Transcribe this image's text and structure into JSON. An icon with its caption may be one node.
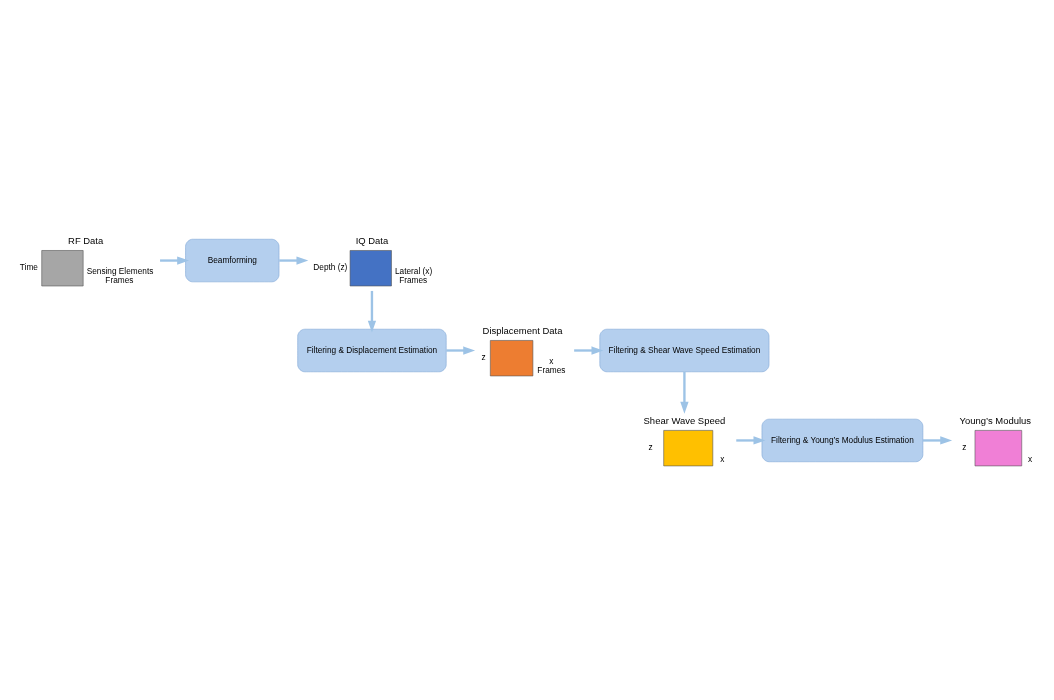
{
  "diagram": {
    "nodes": [
      {
        "text": [
          "RF Data"
        ],
        "beside": [
          "Time",
          "Sensing Elements",
          "Frames"
        ]
      },
      {
        "text": [
          "Beamforming"
        ]
      },
      {
        "text": [
          "IQ Data"
        ],
        "beside": [
          "Depth (z)",
          "Lateral (x)",
          "Frames"
        ]
      },
      {
        "text": [
          "Filtering & Displacement Estimation"
        ]
      },
      {
        "text": [
          "Displacement Data"
        ],
        "beside": [
          "z",
          "x",
          "Frames"
        ]
      },
      {
        "text": [
          "Filtering & Shear Wave Speed Estimation"
        ]
      },
      {
        "text": [
          "Shear Wave Speed"
        ],
        "beside": [
          "z",
          "x"
        ]
      },
      {
        "text": [
          "Filtering & Young’s Modulus Estimation"
        ]
      },
      {
        "text": [
          "Young’s Modulus"
        ],
        "beside": [
          "z",
          "x"
        ]
      }
    ],
    "edges": [
      {
        "from": 0,
        "to": 1,
        "arrow": "to"
      },
      {
        "from": 1,
        "to": 2,
        "arrow": "to"
      },
      {
        "from": 2,
        "to": 3,
        "arrow": "to"
      },
      {
        "from": 3,
        "to": 4,
        "arrow": "to"
      },
      {
        "from": 4,
        "to": 5,
        "arrow": "to"
      },
      {
        "from": 5,
        "to": 6,
        "arrow": "to"
      },
      {
        "from": 6,
        "to": 7,
        "arrow": "to"
      },
      {
        "from": 7,
        "to": 8,
        "arrow": "to"
      }
    ]
  }
}
